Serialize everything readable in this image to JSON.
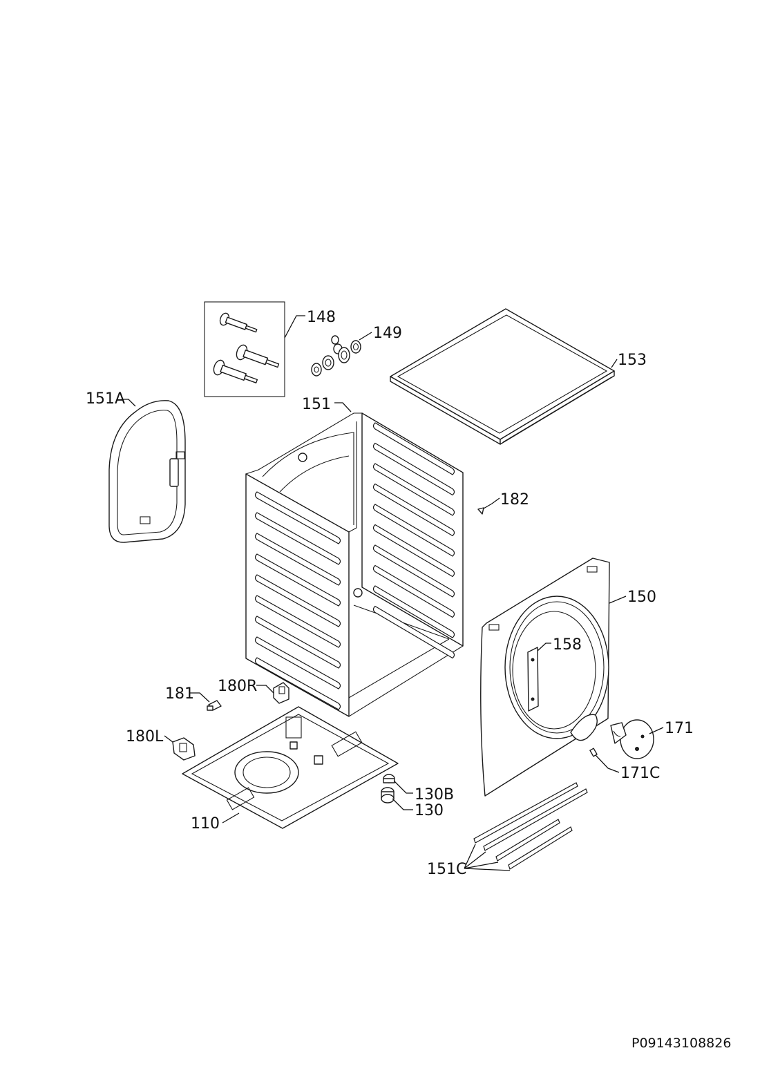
{
  "diagram_code": "P09143108826",
  "callouts": {
    "c148": "148",
    "c149": "149",
    "c153": "153",
    "c151A": "151A",
    "c151": "151",
    "c182": "182",
    "c150": "150",
    "c158": "158",
    "c181": "181",
    "c180R": "180R",
    "c180L": "180L",
    "c171": "171",
    "c171C": "171C",
    "c130B": "130B",
    "c130": "130",
    "c110": "110",
    "c151C": "151C"
  }
}
